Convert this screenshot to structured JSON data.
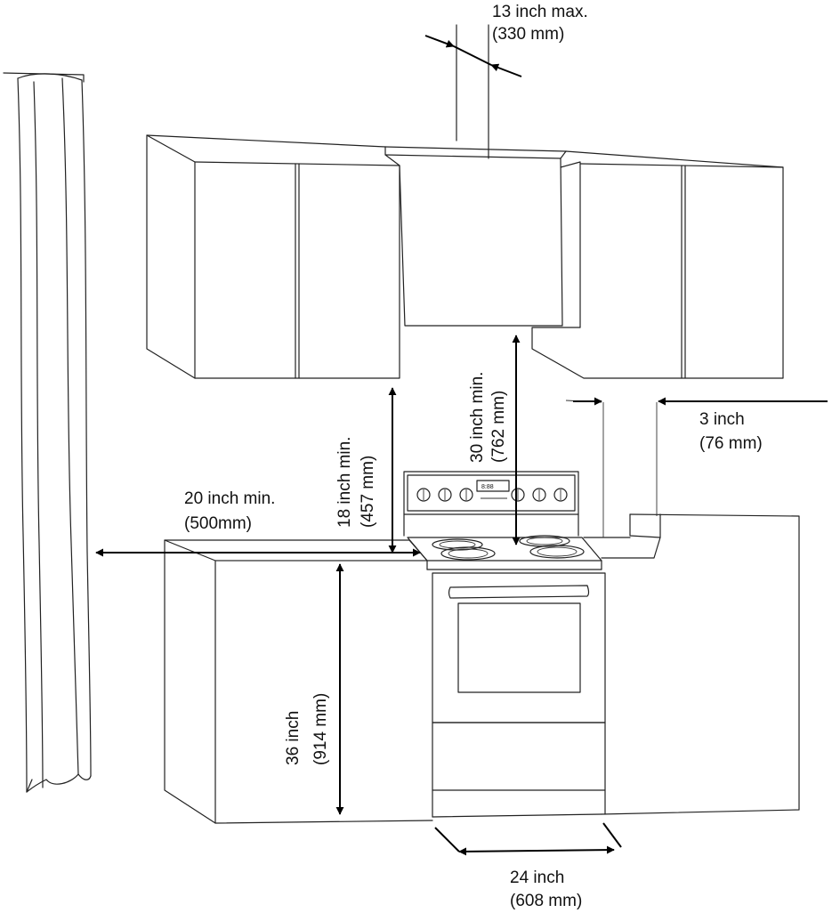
{
  "dimensions": {
    "hood_offset": {
      "line1": "13 inch max.",
      "line2": "(330 mm)"
    },
    "side_clearance": {
      "line1": "3 inch",
      "line2": "(76 mm)"
    },
    "wall_clearance": {
      "line1": "20 inch min.",
      "line2": "(500mm)"
    },
    "cabinet_height": {
      "line1": "18 inch min.",
      "line2": "(457 mm)"
    },
    "hood_height": {
      "line1": "30 inch min.",
      "line2": "(762 mm)"
    },
    "counter_height": {
      "line1": "36 inch",
      "line2": "(914 mm)"
    },
    "range_width": {
      "line1": "24 inch",
      "line2": "(608 mm)"
    }
  },
  "range_display": {
    "text": "8:88"
  }
}
